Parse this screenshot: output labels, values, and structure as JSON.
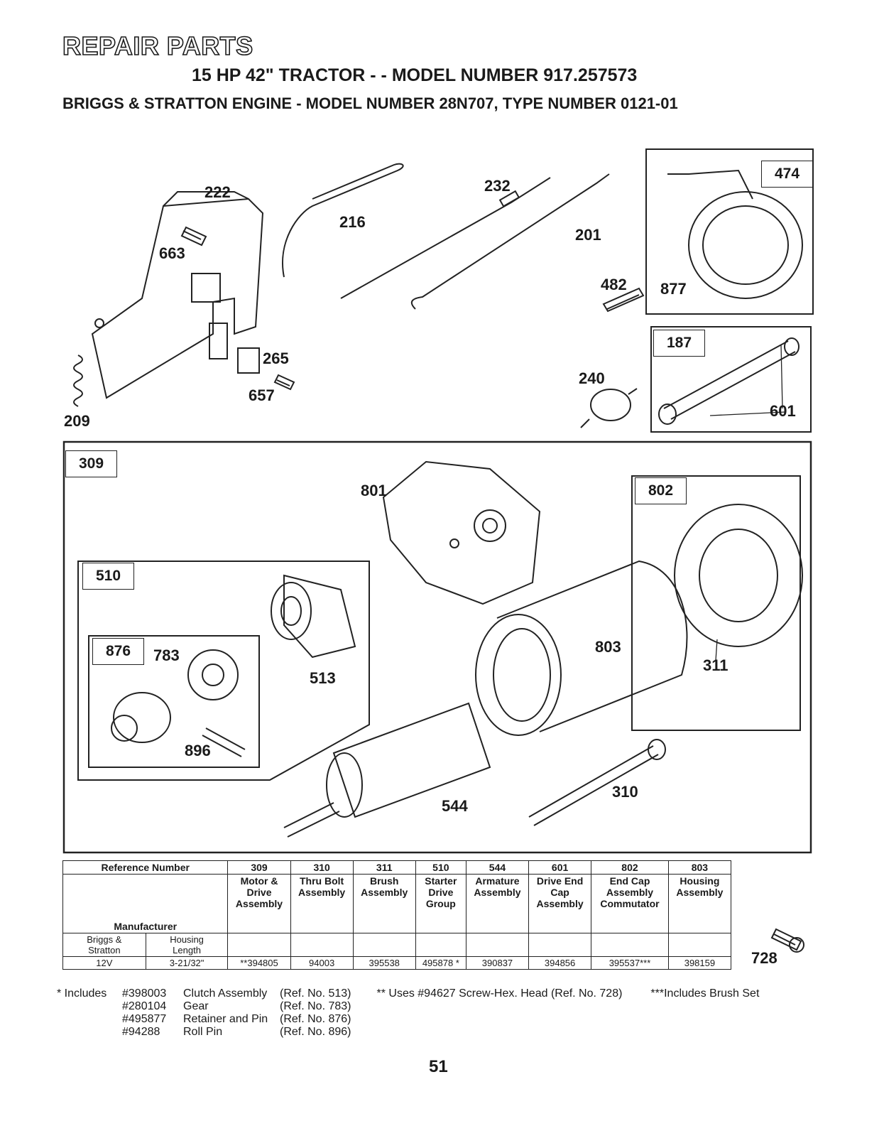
{
  "header": {
    "title": "REPAIR PARTS",
    "subtitle": "15 HP 42\" TRACTOR - - MODEL NUMBER 917.257573",
    "engine": "BRIGGS & STRATTON ENGINE - MODEL NUMBER 28N707, TYPE NUMBER 0121-01"
  },
  "callouts": {
    "c222": "222",
    "c216": "216",
    "c232": "232",
    "c201": "201",
    "c663": "663",
    "c482": "482",
    "c877": "877",
    "c474": "474",
    "c187": "187",
    "c601": "601",
    "c265": "265",
    "c657": "657",
    "c240": "240",
    "c209": "209",
    "c309": "309",
    "c801": "801",
    "c802": "802",
    "c510": "510",
    "c876": "876",
    "c783": "783",
    "c513": "513",
    "c803": "803",
    "c311": "311",
    "c896": "896",
    "c544": "544",
    "c310": "310",
    "c728": "728"
  },
  "table": {
    "ref_header": "Reference Number",
    "manufacturer": "Manufacturer",
    "col_a": "Briggs &",
    "col_a2": "Stratton",
    "col_b": "Housing",
    "col_b2": "Length",
    "row_v": "12V",
    "row_len": "3-21/32\"",
    "columns": [
      {
        "ref": "309",
        "desc1": "Motor &",
        "desc2": "Drive",
        "desc3": "Assembly",
        "desc4": "",
        "part": "**394805"
      },
      {
        "ref": "310",
        "desc1": "Thru Bolt",
        "desc2": "Assembly",
        "desc3": "",
        "desc4": "",
        "part": "94003"
      },
      {
        "ref": "311",
        "desc1": "Brush",
        "desc2": "Assembly",
        "desc3": "",
        "desc4": "",
        "part": "395538"
      },
      {
        "ref": "510",
        "desc1": "Starter",
        "desc2": "Drive",
        "desc3": "Group",
        "desc4": "",
        "part": "495878 *"
      },
      {
        "ref": "544",
        "desc1": "Armature",
        "desc2": "Assembly",
        "desc3": "",
        "desc4": "",
        "part": "390837"
      },
      {
        "ref": "601",
        "desc1": "Drive End",
        "desc2": "Cap",
        "desc3": "Assembly",
        "desc4": "",
        "part": "394856"
      },
      {
        "ref": "802",
        "desc1": "End Cap",
        "desc2": "Assembly",
        "desc3": "Commutator",
        "desc4": "",
        "part": "395537***"
      },
      {
        "ref": "803",
        "desc1": "Housing",
        "desc2": "Assembly",
        "desc3": "",
        "desc4": "",
        "part": "398159"
      }
    ]
  },
  "notes": {
    "star": "* Includes",
    "items": [
      {
        "num": "#398003",
        "name": "Clutch Assembly",
        "ref": "(Ref. No. 513)"
      },
      {
        "num": "#280104",
        "name": "Gear",
        "ref": "(Ref. No. 783)"
      },
      {
        "num": "#495877",
        "name": "Retainer and Pin",
        "ref": "(Ref. No. 876)"
      },
      {
        "num": "#94288",
        "name": "Roll Pin",
        "ref": "(Ref. No. 896)"
      }
    ],
    "uses": "** Uses #94627 Screw-Hex. Head (Ref. No. 728)",
    "brush": "***Includes Brush Set"
  },
  "page_number": "51"
}
